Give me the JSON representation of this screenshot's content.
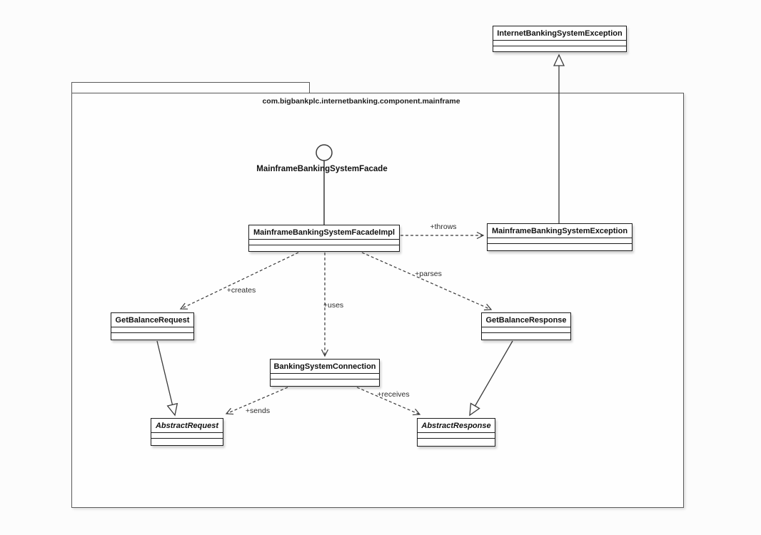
{
  "diagram": {
    "type": "uml-class-diagram",
    "package": {
      "title": "com.bigbankplc.internetbanking.component.mainframe"
    },
    "lollipop_interface": {
      "label": "MainframeBankingSystemFacade"
    },
    "classes": [
      {
        "name": "InternetBankingSystemException",
        "abstract": false
      },
      {
        "name": "MainframeBankingSystemFacadeImpl",
        "abstract": false
      },
      {
        "name": "MainframeBankingSystemException",
        "abstract": false
      },
      {
        "name": "GetBalanceRequest",
        "abstract": false
      },
      {
        "name": "GetBalanceResponse",
        "abstract": false
      },
      {
        "name": "BankingSystemConnection",
        "abstract": false
      },
      {
        "name": "AbstractRequest",
        "abstract": true
      },
      {
        "name": "AbstractResponse",
        "abstract": true
      }
    ],
    "relationships": [
      {
        "label": "+throws",
        "type": "dependency",
        "from": "MainframeBankingSystemFacadeImpl",
        "to": "MainframeBankingSystemException"
      },
      {
        "label": "+creates",
        "type": "dependency",
        "from": "MainframeBankingSystemFacadeImpl",
        "to": "GetBalanceRequest"
      },
      {
        "label": "+uses",
        "type": "dependency",
        "from": "MainframeBankingSystemFacadeImpl",
        "to": "BankingSystemConnection"
      },
      {
        "label": "+parses",
        "type": "dependency",
        "from": "MainframeBankingSystemFacadeImpl",
        "to": "GetBalanceResponse"
      },
      {
        "label": "+sends",
        "type": "dependency",
        "from": "BankingSystemConnection",
        "to": "AbstractRequest"
      },
      {
        "label": "+receives",
        "type": "dependency",
        "from": "BankingSystemConnection",
        "to": "AbstractResponse"
      },
      {
        "label": "",
        "type": "generalization",
        "from": "MainframeBankingSystemException",
        "to": "InternetBankingSystemException"
      },
      {
        "label": "",
        "type": "generalization",
        "from": "GetBalanceRequest",
        "to": "AbstractRequest"
      },
      {
        "label": "",
        "type": "generalization",
        "from": "GetBalanceResponse",
        "to": "AbstractResponse"
      },
      {
        "label": "",
        "type": "interface-realization",
        "from": "MainframeBankingSystemFacadeImpl",
        "to": "MainframeBankingSystemFacade"
      }
    ],
    "colors": {
      "line": "#3a3a3a",
      "box_border": "#1d1d1d",
      "box_fill": "#ffffff",
      "package_border": "#5a5a5a",
      "background": "#fcfcfc"
    }
  }
}
